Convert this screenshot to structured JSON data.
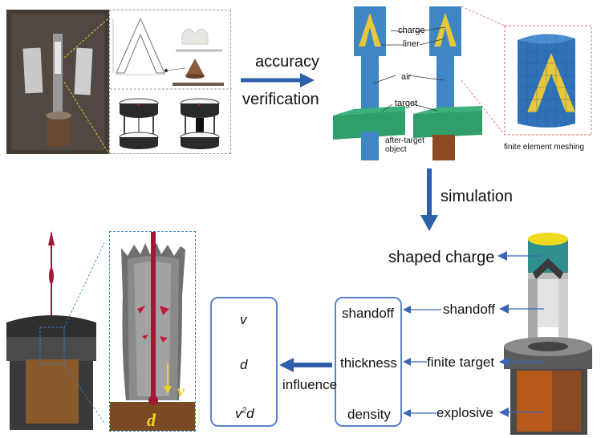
{
  "flow": {
    "accuracy_line1": "accuracy",
    "accuracy_line2": "verification",
    "simulation": "simulation",
    "influence": "influence"
  },
  "simulation_model": {
    "charge": "charge",
    "liner": "liner",
    "air": "air",
    "target": "target",
    "after_target_object": "after-target\nobject",
    "meshing_caption": "finite element meshing"
  },
  "model_parts": {
    "shaped_charge": "shaped charge",
    "shandoff": "shandoff",
    "finite_target": "finite target",
    "explosive": "explosive"
  },
  "factors": [
    "shandoff",
    "thickness",
    "density"
  ],
  "outputs": {
    "v": "v",
    "d": "d",
    "v2d_base": "v",
    "v2d_sup": "2",
    "v2d_tail": "d"
  },
  "jet_zoom": {
    "v_label": "v",
    "d_label": "d"
  },
  "colors": {
    "arrow_blue": "#2e5fa8",
    "box_blue": "#3a66b5",
    "charge_yellow": "#e8c83a",
    "structure_blue": "#3f86c4",
    "target_green": "#2f9e6a",
    "copper": "#8b4a22",
    "jet_red": "#a31733"
  }
}
